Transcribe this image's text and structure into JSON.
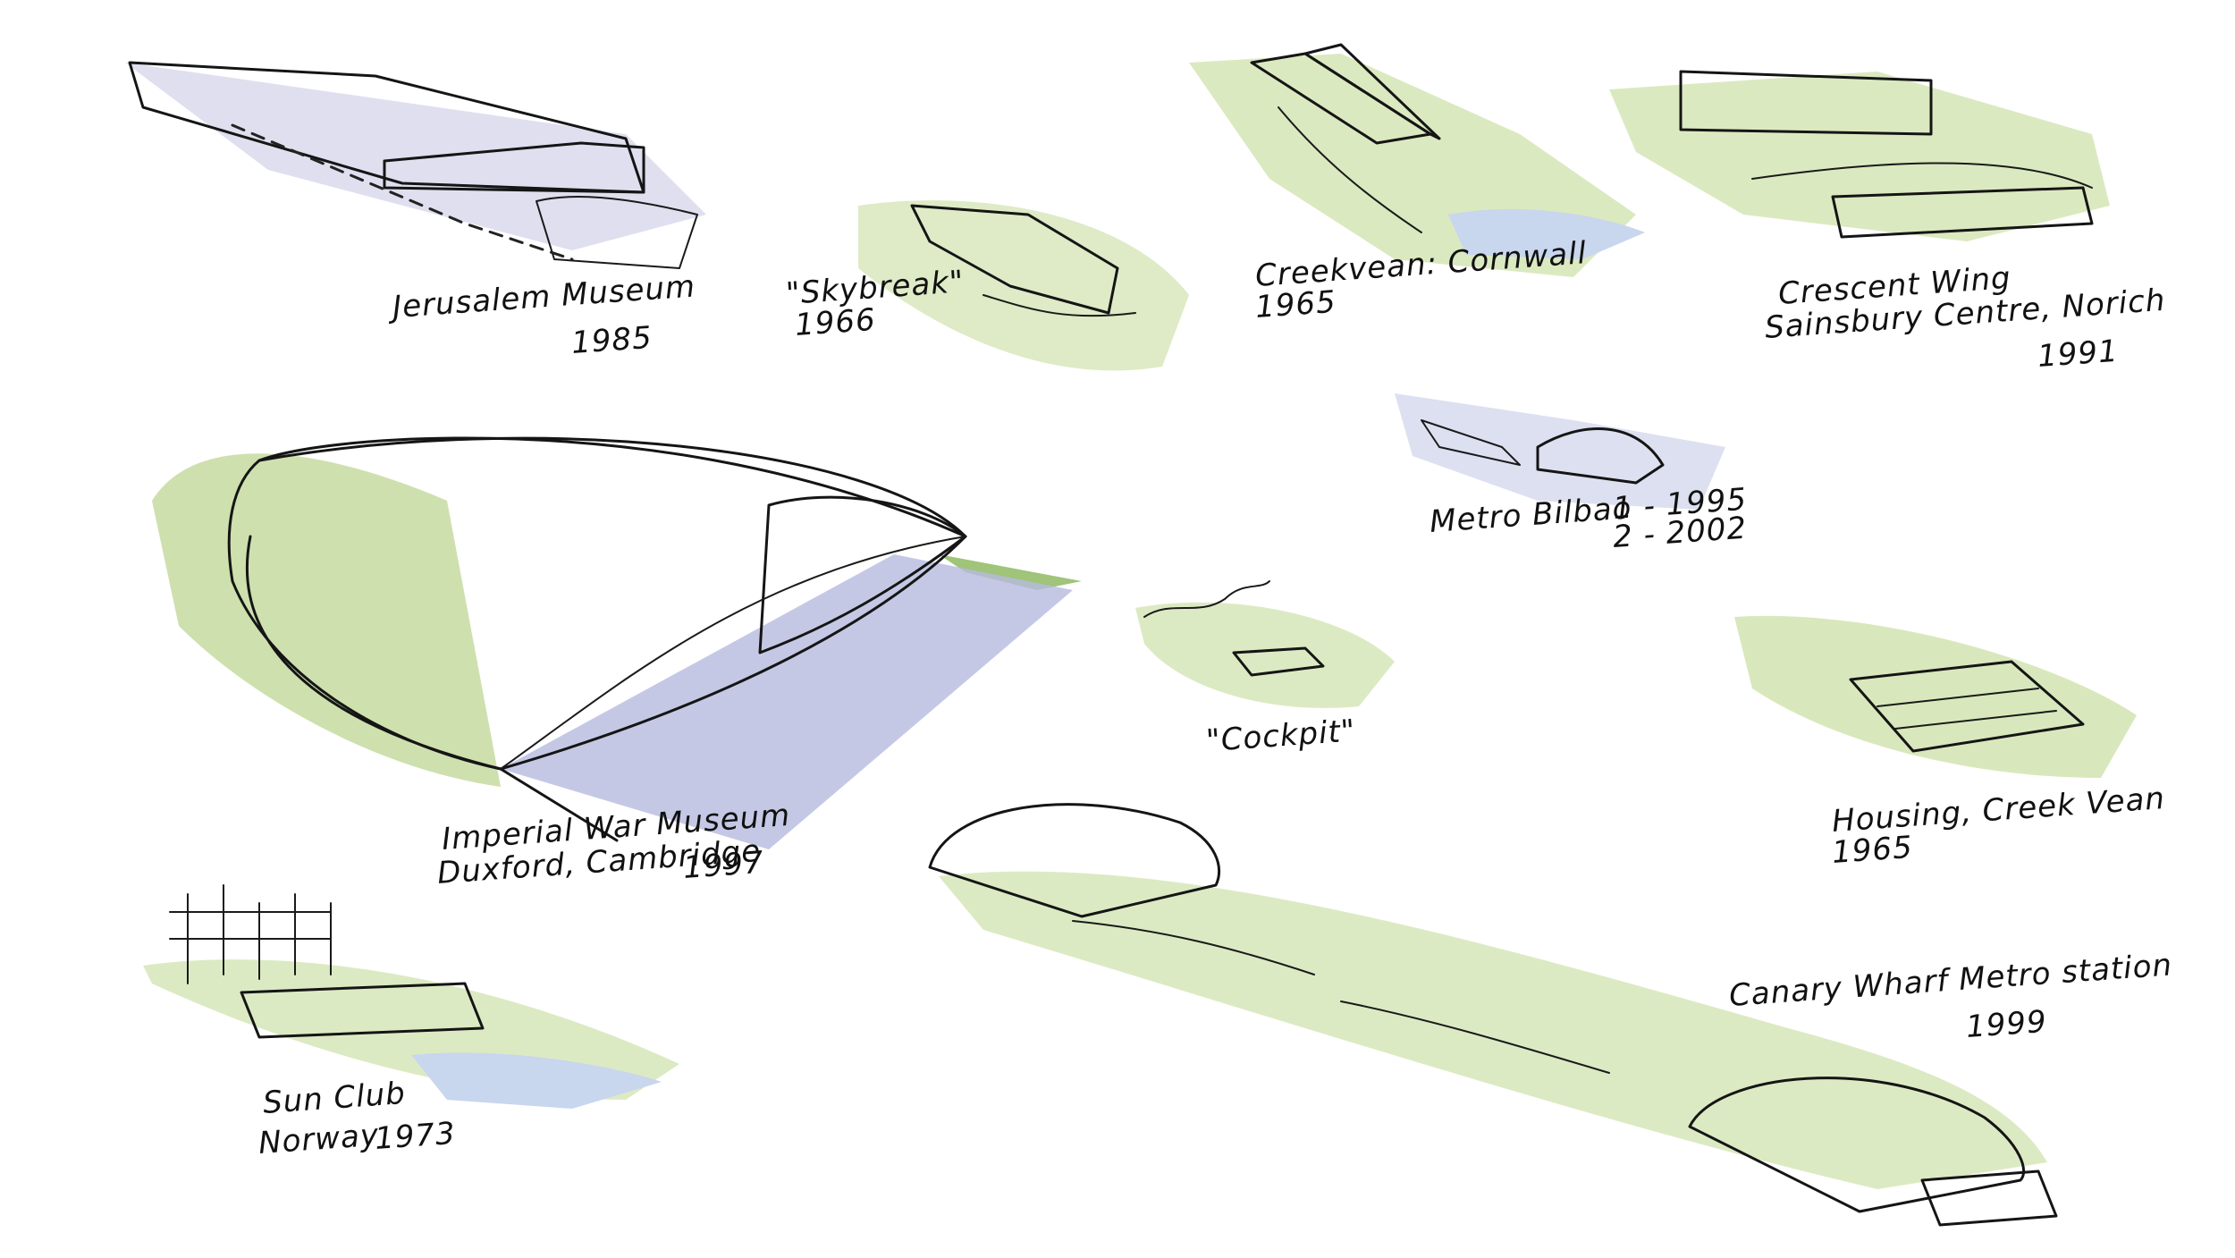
{
  "sketches": [
    {
      "id": "jerusalem",
      "name": "Jerusalem Museum",
      "year": "1985"
    },
    {
      "id": "skybreak",
      "name": "\"Skybreak\"",
      "year": "1966"
    },
    {
      "id": "creekvean",
      "name": "Creekvean: Cornwall",
      "year": "1965"
    },
    {
      "id": "crescent",
      "name": "Crescent Wing",
      "name2": "Sainsbury Centre, Norich",
      "year": "1991"
    },
    {
      "id": "bilbao",
      "name": "Metro Bilbao",
      "year": "1 - 1995",
      "year2": "2 - 2002"
    },
    {
      "id": "iwm",
      "name": "Imperial War Museum",
      "name2": "Duxford, Cambridge",
      "year": "1997"
    },
    {
      "id": "cockpit",
      "name": "\"Cockpit\""
    },
    {
      "id": "housing",
      "name": "Housing, Creek Vean",
      "year": "1965"
    },
    {
      "id": "canary",
      "name": "Canary Wharf Metro station",
      "year": "1999"
    },
    {
      "id": "sunclub",
      "name": "Sun Club",
      "name2": "Norway",
      "year": "1973"
    }
  ],
  "colors": {
    "ink": "#151515",
    "grass": "#c9dca4",
    "grass_dark": "#8fb36a",
    "shadow_blue": "#b9bde0",
    "water": "#c8d6ee"
  }
}
